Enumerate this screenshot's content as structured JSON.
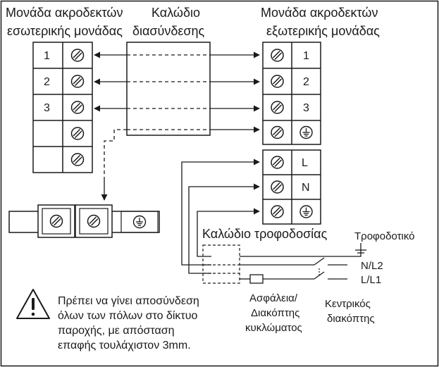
{
  "labels": {
    "indoor_terminal_block": [
      "Μονάδα ακροδεκτών",
      "εσωτερικής μονάδας"
    ],
    "interconnecting_cable": [
      "Καλώδιο",
      "διασύνδεσης"
    ],
    "outdoor_terminal_block": [
      "Μονάδα ακροδεκτών",
      "εξωτερικής μονάδας"
    ],
    "power_supply_cable": "Καλώδιο τροφοδοσίας",
    "power_supply": "Τροφοδοτικό",
    "fuse_breaker": [
      "Ασφάλεια/",
      "Διακόπτης",
      "κυκλώματος"
    ],
    "main_switch": [
      "Κεντρικός",
      "διακόπτης"
    ],
    "line_n_l2": "N/L2",
    "line_l_l1": "L/L1",
    "warning_text": [
      "Πρέπει να γίνει αποσύνδεση",
      "όλων των πόλων στο δίκτυο",
      "παροχής, με απόσταση",
      "επαφής τουλάχιστον 3mm."
    ]
  },
  "indoor_terminals": [
    "1",
    "2",
    "3",
    "",
    ""
  ],
  "outdoor_signal_terminals": [
    "1",
    "2",
    "3",
    "earth"
  ],
  "outdoor_power_terminals": [
    "L",
    "N",
    "earth"
  ],
  "earth_bar_terminals": [
    "screw",
    "screw",
    "earth"
  ],
  "icons": {
    "screw": "screw-terminal-icon",
    "earth": "earth-ground-icon",
    "warning": "warning-triangle-icon"
  }
}
